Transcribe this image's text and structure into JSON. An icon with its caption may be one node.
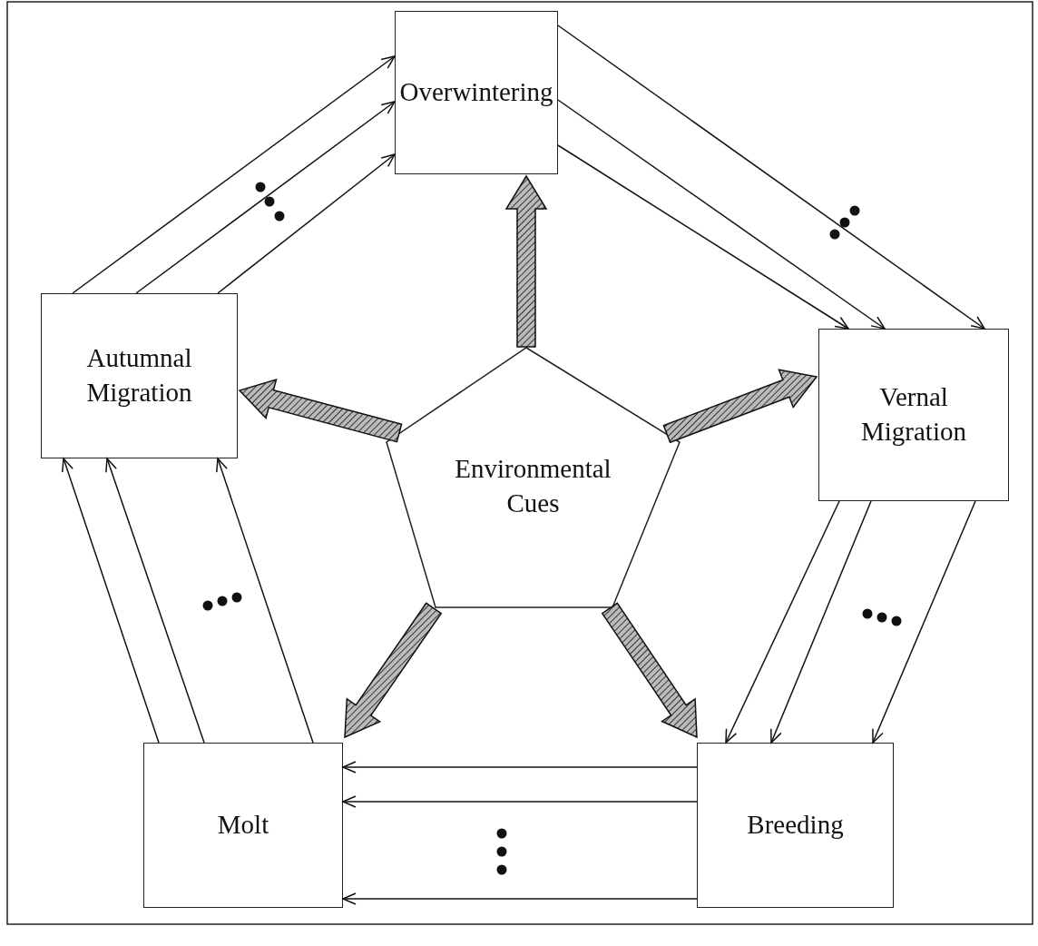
{
  "diagram": {
    "nodes": [
      {
        "text": [
          "Overwintering"
        ]
      },
      {
        "text": [
          "Autumnal Migration"
        ]
      },
      {
        "text": [
          "Vernal Migration"
        ]
      },
      {
        "text": [
          "Environmental Cues"
        ]
      },
      {
        "text": [
          "Molt"
        ]
      },
      {
        "text": [
          "Breeding"
        ]
      }
    ],
    "edges": [
      {
        "from": 1,
        "to": 0,
        "arrow": "to"
      },
      {
        "from": 1,
        "to": 0,
        "arrow": "to"
      },
      {
        "from": 1,
        "to": 0,
        "arrow": "to"
      },
      {
        "from": 0,
        "to": 2,
        "arrow": "to"
      },
      {
        "from": 0,
        "to": 2,
        "arrow": "to"
      },
      {
        "from": 0,
        "to": 2,
        "arrow": "to"
      },
      {
        "from": 2,
        "to": 5,
        "arrow": "to"
      },
      {
        "from": 2,
        "to": 5,
        "arrow": "to"
      },
      {
        "from": 2,
        "to": 5,
        "arrow": "to"
      },
      {
        "from": 5,
        "to": 4,
        "arrow": "to"
      },
      {
        "from": 5,
        "to": 4,
        "arrow": "to"
      },
      {
        "from": 5,
        "to": 4,
        "arrow": "to"
      },
      {
        "from": 4,
        "to": 1,
        "arrow": "to"
      },
      {
        "from": 4,
        "to": 1,
        "arrow": "to"
      },
      {
        "from": 4,
        "to": 1,
        "arrow": "to"
      },
      {
        "from": 3,
        "to": 0,
        "arrow": "to",
        "style": "thick"
      },
      {
        "from": 3,
        "to": 1,
        "arrow": "to",
        "style": "thick"
      },
      {
        "from": 3,
        "to": 2,
        "arrow": "to",
        "style": "thick"
      },
      {
        "from": 3,
        "to": 4,
        "arrow": "to",
        "style": "thick"
      },
      {
        "from": 3,
        "to": 5,
        "arrow": "to",
        "style": "thick"
      }
    ]
  }
}
